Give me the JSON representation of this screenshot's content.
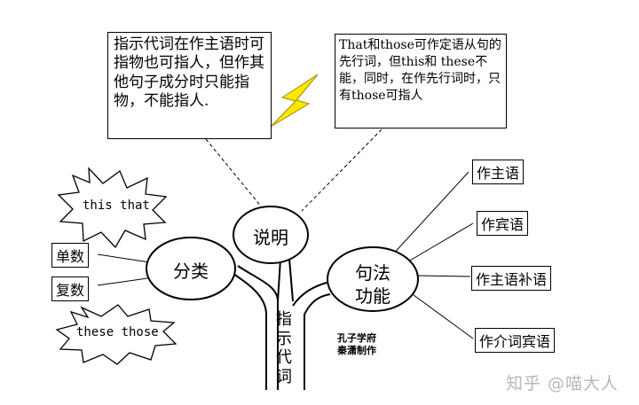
{
  "notes": {
    "pronoun_note": "指示代词在作主语时可指物也可指人，但作其他句子成分时只能指物，不能指人.",
    "relative_note": "That和those可作定语从句的先行词，但this和 these不能，同时，在作先行词时，只有those可指人"
  },
  "nodes": {
    "explain": "说明",
    "category": "分类",
    "function_line1": "句法",
    "function_line2": "功能",
    "trunk": "指示代词"
  },
  "category": {
    "singular": "单数",
    "plural": "复数",
    "singular_words": "this that",
    "plural_words": "these those"
  },
  "functions": [
    "作主语",
    "作宾语",
    "作主语补语",
    "作介词宾语"
  ],
  "credit": {
    "line1": "孔子学府",
    "line2": "秦潇制作"
  },
  "watermark": "知乎 @喵大人",
  "colors": {
    "lightning": "#ffe600",
    "lightning_stroke": "#9a8b00",
    "watermark": "#b8b8b8"
  }
}
